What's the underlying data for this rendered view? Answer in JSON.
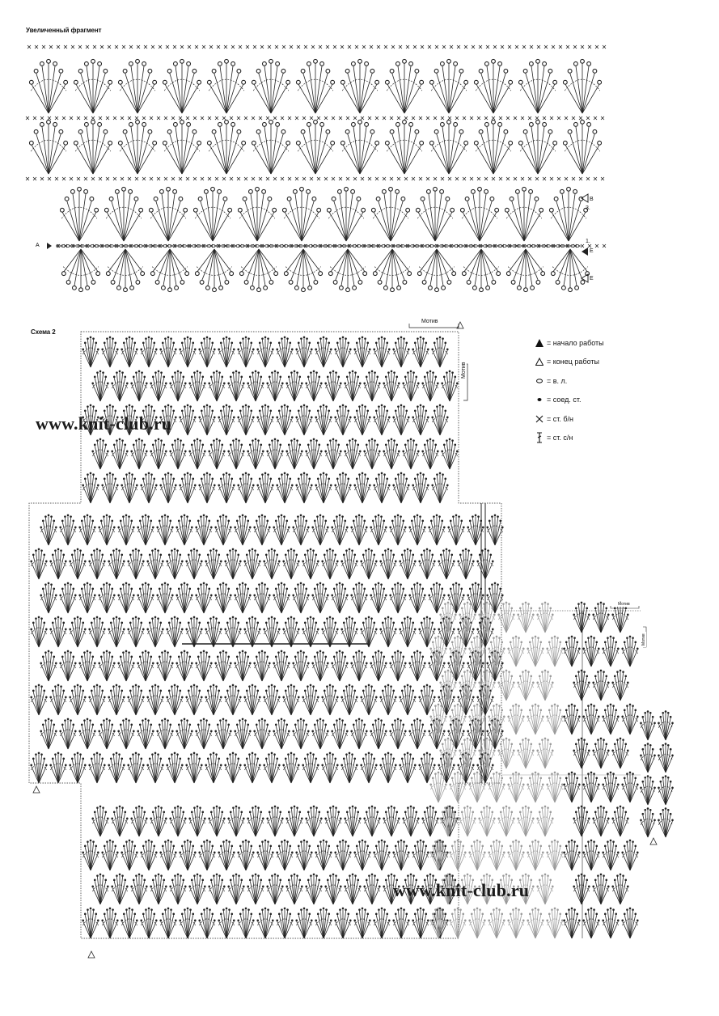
{
  "fragment": {
    "title": "Увеличенный фрагмент",
    "labels": {
      "a": "A",
      "b": "B",
      "row3": "3.",
      "row1": "1.",
      "e1": "E",
      "e2": "E"
    }
  },
  "scheme": {
    "title": "Схема 2",
    "motif_label": "Мотив"
  },
  "legend": {
    "items": [
      {
        "icon": "filled-triangle-icon",
        "text": "= начало работы"
      },
      {
        "icon": "outline-triangle-icon",
        "text": "= конец работы"
      },
      {
        "icon": "chain-stitch-icon",
        "text": "= в. л."
      },
      {
        "icon": "slip-stitch-icon",
        "text": "= соед. ст."
      },
      {
        "icon": "single-crochet-icon",
        "text": "= ст. б/н"
      },
      {
        "icon": "double-crochet-icon",
        "text": "= ст. с/н"
      }
    ]
  },
  "watermark": {
    "text": "www.knit-club.ru"
  },
  "colors": {
    "ink": "#222222",
    "faded": "#9a9a9a",
    "paper": "#ffffff"
  }
}
